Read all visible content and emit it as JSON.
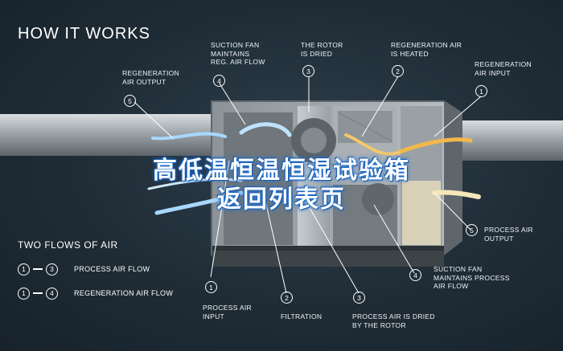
{
  "title": "HOW IT WORKS",
  "labels": {
    "regen_air_output": "REGENERATION\nAIR OUTPUT",
    "suction_fan_regen": "SUCTION FAN\nMAINTAINS\nREG. AIR FLOW",
    "rotor_dried": "THE ROTOR\nIS DRIED",
    "regen_air_heated": "REGENERATION AIR\nIS HEATED",
    "regen_air_input": "REGENERATION\nAIR INPUT",
    "process_air_output": "PROCESS AIR\nOUTPUT",
    "suction_fan_process": "SUCTION FAN\nMAINTAINS PROCESS\nAIR FLOW",
    "process_air_input": "PROCESS AIR\nINPUT",
    "filtration": "FILTRATION",
    "process_air_dried": "PROCESS AIR IS DRIED\nBY THE ROTOR"
  },
  "markers": {
    "top_5": "5",
    "top_4": "4",
    "top_3": "3",
    "top_2": "2",
    "top_1": "1",
    "bot_5": "5",
    "bot_4": "4",
    "bot_3": "3",
    "bot_2": "2",
    "bot_1": "1"
  },
  "legend": {
    "title": "TWO FLOWS OF AIR",
    "rows": [
      {
        "from": "1",
        "to": "3",
        "label": "PROCESS AIR FLOW"
      },
      {
        "from": "1",
        "to": "4",
        "label": "REGENERATION AIR FLOW"
      }
    ]
  },
  "overlay": {
    "line1": "高低温恒温恒湿试验箱",
    "line2": "返回列表页"
  }
}
